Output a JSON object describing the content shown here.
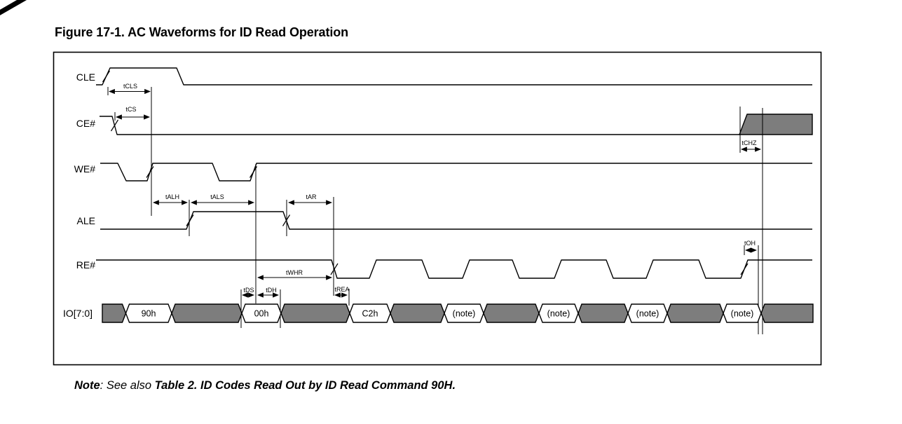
{
  "title": "Figure 17-1. AC Waveforms for ID Read Operation",
  "note": {
    "label": "Note",
    "see_also": ": See also ",
    "reference": "Table 2. ID Codes Read Out by ID Read Command 90H."
  },
  "signals": [
    {
      "id": "cle",
      "label": "CLE"
    },
    {
      "id": "ce_n",
      "label": "CE#"
    },
    {
      "id": "we_n",
      "label": "WE#"
    },
    {
      "id": "ale",
      "label": "ALE"
    },
    {
      "id": "re_n",
      "label": "RE#"
    },
    {
      "id": "io",
      "label": "IO[7:0]"
    }
  ],
  "timing": {
    "tCLS": "tCLS",
    "tCS": "tCS",
    "tCHZ": "tCHZ",
    "tALH": "tALH",
    "tALS": "tALS",
    "tAR": "tAR",
    "tWHR": "tWHR",
    "tDS": "tDS",
    "tDH": "tDH",
    "tREA": "tREA",
    "tOH": "tOH"
  },
  "bus": {
    "segments": [
      {
        "type": "undefined",
        "label": ""
      },
      {
        "type": "data",
        "label": "90h"
      },
      {
        "type": "undefined",
        "label": ""
      },
      {
        "type": "data",
        "label": "00h"
      },
      {
        "type": "undefined",
        "label": ""
      },
      {
        "type": "data",
        "label": "C2h"
      },
      {
        "type": "undefined",
        "label": ""
      },
      {
        "type": "data",
        "label": "(note)"
      },
      {
        "type": "undefined",
        "label": ""
      },
      {
        "type": "data",
        "label": "(note)"
      },
      {
        "type": "undefined",
        "label": ""
      },
      {
        "type": "data",
        "label": "(note)"
      },
      {
        "type": "undefined",
        "label": ""
      },
      {
        "type": "data",
        "label": "(note)"
      },
      {
        "type": "undefined",
        "label": ""
      }
    ]
  },
  "colors": {
    "line": "#000000",
    "undefined_bus_fill": "#7d7d7d",
    "background": "#ffffff"
  }
}
